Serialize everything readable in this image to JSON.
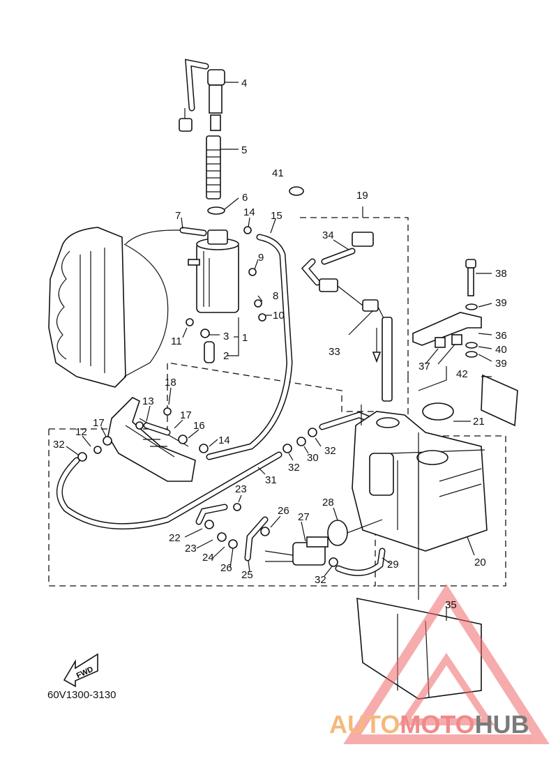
{
  "diagram_code": "60V1300-3130",
  "fwd_label": "FWD",
  "watermark": {
    "part1": "AUTO",
    "part2": "MOTO",
    "part3": "HUB",
    "color1": "#f5b97a",
    "color2": "#f08a8a",
    "color3": "#7a7a7a"
  },
  "callouts": [
    {
      "id": "4",
      "text": "4"
    },
    {
      "id": "5",
      "text": "5"
    },
    {
      "id": "41",
      "text": "41"
    },
    {
      "id": "19",
      "text": "19"
    },
    {
      "id": "6",
      "text": "6"
    },
    {
      "id": "7",
      "text": "7"
    },
    {
      "id": "14a",
      "text": "14"
    },
    {
      "id": "15",
      "text": "15"
    },
    {
      "id": "34",
      "text": "34"
    },
    {
      "id": "9",
      "text": "9"
    },
    {
      "id": "38",
      "text": "38"
    },
    {
      "id": "8",
      "text": "8"
    },
    {
      "id": "39a",
      "text": "39"
    },
    {
      "id": "10",
      "text": "10"
    },
    {
      "id": "36",
      "text": "36"
    },
    {
      "id": "3",
      "text": "3"
    },
    {
      "id": "1",
      "text": "1"
    },
    {
      "id": "11",
      "text": "11"
    },
    {
      "id": "40",
      "text": "40"
    },
    {
      "id": "33",
      "text": "33"
    },
    {
      "id": "2",
      "text": "2"
    },
    {
      "id": "37",
      "text": "37"
    },
    {
      "id": "39b",
      "text": "39"
    },
    {
      "id": "18",
      "text": "18"
    },
    {
      "id": "42",
      "text": "42"
    },
    {
      "id": "13",
      "text": "13"
    },
    {
      "id": "17a",
      "text": "17"
    },
    {
      "id": "21",
      "text": "21"
    },
    {
      "id": "17b",
      "text": "17"
    },
    {
      "id": "16",
      "text": "16"
    },
    {
      "id": "12",
      "text": "12"
    },
    {
      "id": "32a",
      "text": "32"
    },
    {
      "id": "14b",
      "text": "14"
    },
    {
      "id": "32b",
      "text": "32"
    },
    {
      "id": "30",
      "text": "30"
    },
    {
      "id": "32c",
      "text": "32"
    },
    {
      "id": "31",
      "text": "31"
    },
    {
      "id": "23a",
      "text": "23"
    },
    {
      "id": "28",
      "text": "28"
    },
    {
      "id": "26a",
      "text": "26"
    },
    {
      "id": "27",
      "text": "27"
    },
    {
      "id": "22",
      "text": "22"
    },
    {
      "id": "23b",
      "text": "23"
    },
    {
      "id": "24",
      "text": "24"
    },
    {
      "id": "26b",
      "text": "26"
    },
    {
      "id": "25",
      "text": "25"
    },
    {
      "id": "29",
      "text": "29"
    },
    {
      "id": "32d",
      "text": "32"
    },
    {
      "id": "20",
      "text": "20"
    },
    {
      "id": "35",
      "text": "35"
    }
  ]
}
